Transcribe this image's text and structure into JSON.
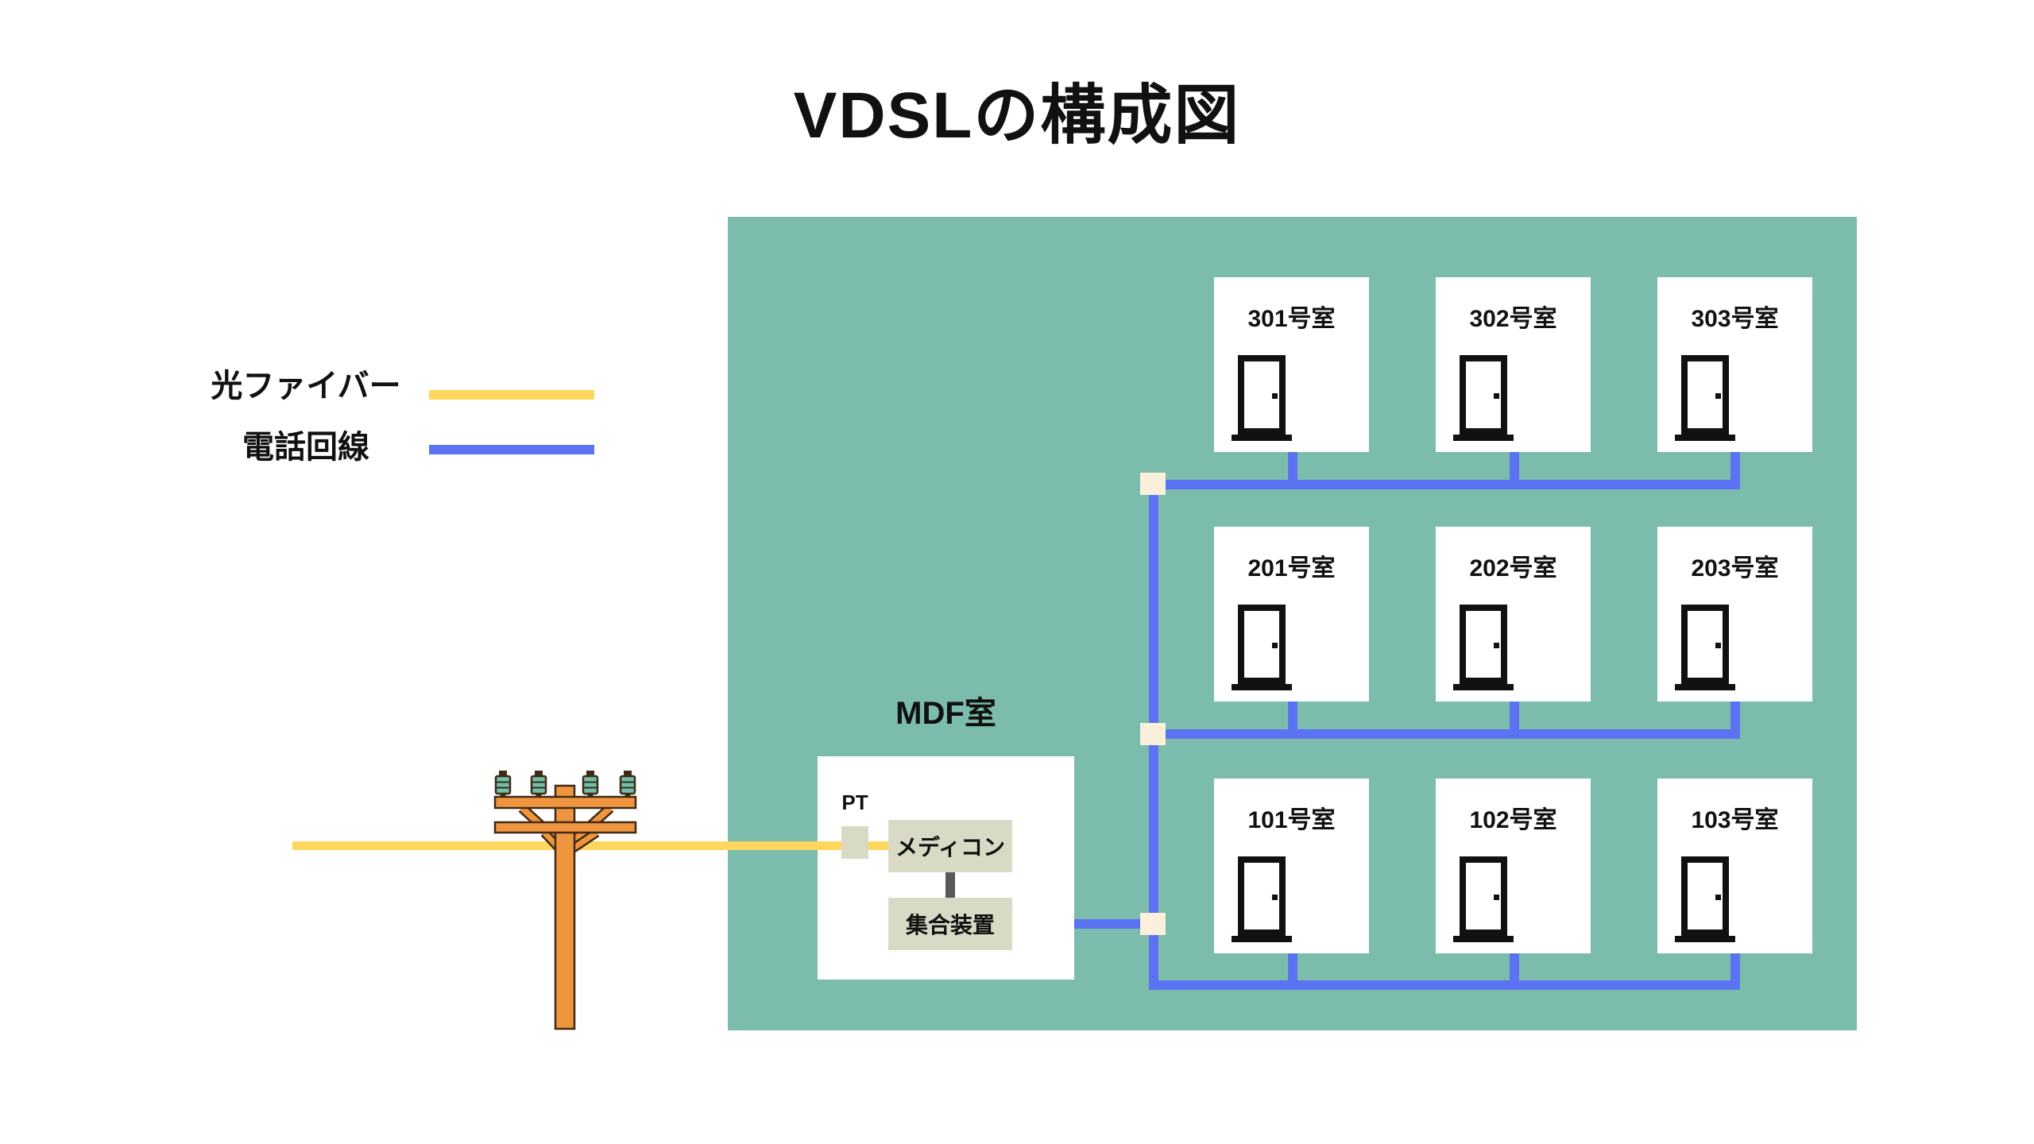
{
  "title": "VDSLの構成図",
  "legend": {
    "items": [
      {
        "label": "光ファイバー",
        "color": "#FFD75E",
        "kind": "fiber-optic-line"
      },
      {
        "label": "電話回線",
        "color": "#5B73F2",
        "kind": "telephone-line"
      }
    ]
  },
  "mdf": {
    "label": "MDF室",
    "pt_label": "PT",
    "devices": [
      {
        "label": "メディコン"
      },
      {
        "label": "集合装置"
      }
    ]
  },
  "building": {
    "floors": [
      {
        "rooms": [
          "301号室",
          "302号室",
          "303号室"
        ]
      },
      {
        "rooms": [
          "201号室",
          "202号室",
          "203号室"
        ]
      },
      {
        "rooms": [
          "101号室",
          "102号室",
          "103号室"
        ]
      }
    ]
  },
  "icons": [
    {
      "name": "door-icon",
      "meaning": "room entrance door"
    },
    {
      "name": "utility-pole-icon",
      "meaning": "telephone pole carrying optical fiber"
    },
    {
      "name": "junction-connector",
      "meaning": "wiring junction between trunk and floor lines"
    }
  ],
  "colors": {
    "building_teal": "#7CBCAC",
    "fiber_yellow": "#FFD75E",
    "phone_blue": "#5B73F2",
    "junction_cream": "#FAF0DC",
    "device_beige": "#D9DAC5",
    "connector_gray": "#58595B",
    "pole_orange": "#F0953F",
    "pole_outline_brown": "#3F2A15",
    "insulator_green": "#6FBFA9",
    "ink_black": "#111111"
  }
}
